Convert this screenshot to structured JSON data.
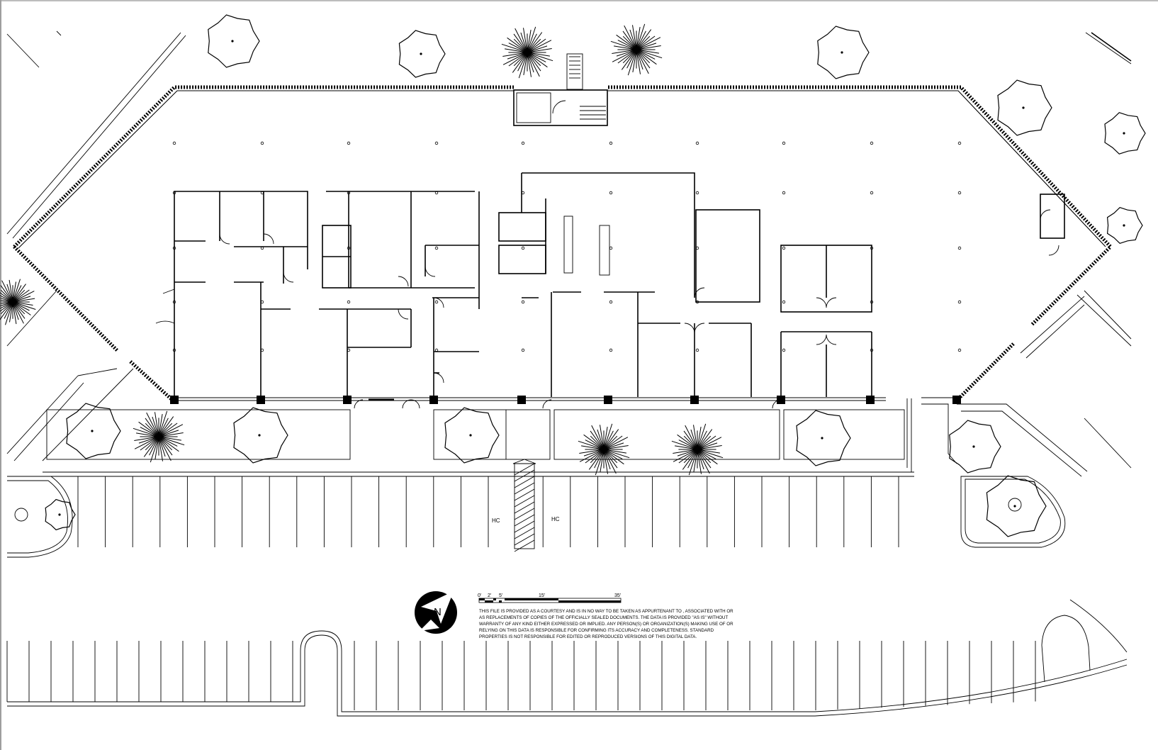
{
  "plan": {
    "parking_labels": [
      "HC",
      "HC"
    ],
    "scale_bar": {
      "ticks": [
        "0'",
        "2'",
        "5'",
        "15'",
        "35'"
      ]
    },
    "north_arrow_letter": "N",
    "disclaimer_lines": [
      "THIS FILE IS PROVIDED AS A COURTESY AND IS IN NO WAY TO BE TAKEN AS APPURTENANT TO , ASSOCIATED WITH OR",
      "AS REPLACEMENTS OF COPIES OF THE OFFICIALLY SEALED DOCUMENTS. THE DATA IS PROVIDED \"AS IS\" WITHOUT",
      "WARRANTY OF ANY KIND EITHER EXPRESSED OR IMPLIED. ANY PERSON(S) OR ORGANIZATION(S) MAKING USE OF OR",
      "RELYING ON THIS DATA IS RESPONSIBLE FOR CONFIRMING ITS ACCURACY AND COMPLETENESS. STANDARD",
      "PROPERTIES IS NOT RESPONSIBLE FOR EDITED OR REPRODUCED VERSIONS OF THIS DIGITAL DATA."
    ]
  }
}
